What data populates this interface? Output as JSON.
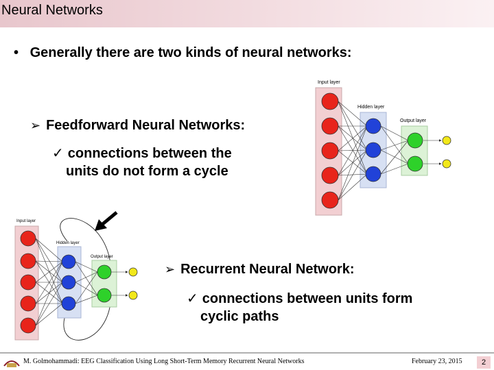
{
  "slide": {
    "title": "Neural Networks",
    "bullet": "Generally there are two kinds of neural networks:",
    "feedforward": {
      "heading": "Feedforward Neural Networks:",
      "point_line1": "connections between the",
      "point_line2": "units do not form a cycle"
    },
    "recurrent": {
      "heading": "Recurrent Neural Network:",
      "point_line1": "connections between units form",
      "point_line2": "cyclic paths"
    }
  },
  "diagrams": {
    "feedforward": {
      "input_label": "Input layer",
      "hidden_label": "Hidden layer",
      "output_label": "Output layer"
    },
    "recurrent": {
      "input_label": "Input layer",
      "hidden_label": "Hidden layer",
      "output_label": "Output layer"
    }
  },
  "footer": {
    "author_citation": "M. Golmohammadi: EEG Classification Using Long Short-Term Memory Recurrent Neural Networks",
    "date": "February 23, 2015",
    "page_number": "2"
  },
  "colors": {
    "title_bar": "#e8c6cc",
    "input_node": "#e8241b",
    "hidden_node": "#2142d8",
    "output_node": "#2ed12a",
    "result_node": "#f2e81a"
  }
}
